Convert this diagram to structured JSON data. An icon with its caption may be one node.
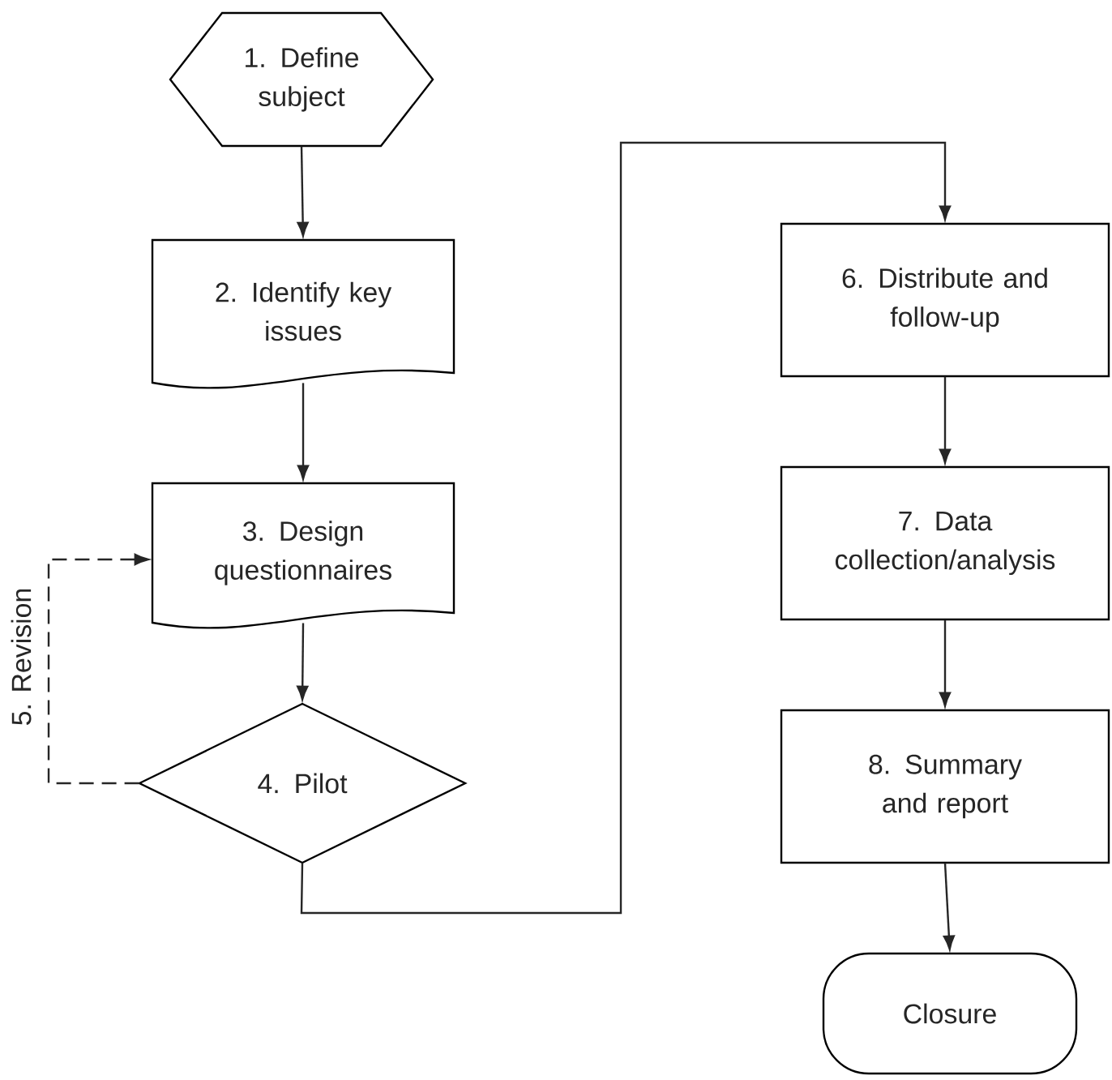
{
  "diagram": {
    "nodes": [
      {
        "text": [
          "1. Define subject"
        ]
      },
      {
        "text": [
          "2. Identify key issues"
        ]
      },
      {
        "text": [
          "3. Design questionnaires"
        ]
      },
      {
        "text": [
          "4. Pilot"
        ]
      },
      {
        "text": [
          "6. Distribute and follow-up"
        ]
      },
      {
        "text": [
          "7. Data collection/analysis"
        ]
      },
      {
        "text": [
          "8. Summary and report"
        ]
      },
      {
        "text": [
          "Closure"
        ]
      }
    ],
    "edges": [
      {
        "from": 0,
        "to": 1,
        "arrow": "to"
      },
      {
        "from": 1,
        "to": 2,
        "arrow": "to"
      },
      {
        "from": 2,
        "to": 3,
        "arrow": "to"
      },
      {
        "from": 3,
        "to": 2,
        "arrow": "to",
        "label": "5. Revision",
        "style": "dashed"
      },
      {
        "from": 3,
        "to": 4,
        "arrow": "to"
      },
      {
        "from": 4,
        "to": 5,
        "arrow": "to"
      },
      {
        "from": 5,
        "to": 6,
        "arrow": "to"
      },
      {
        "from": 6,
        "to": 7,
        "arrow": "to"
      }
    ]
  }
}
